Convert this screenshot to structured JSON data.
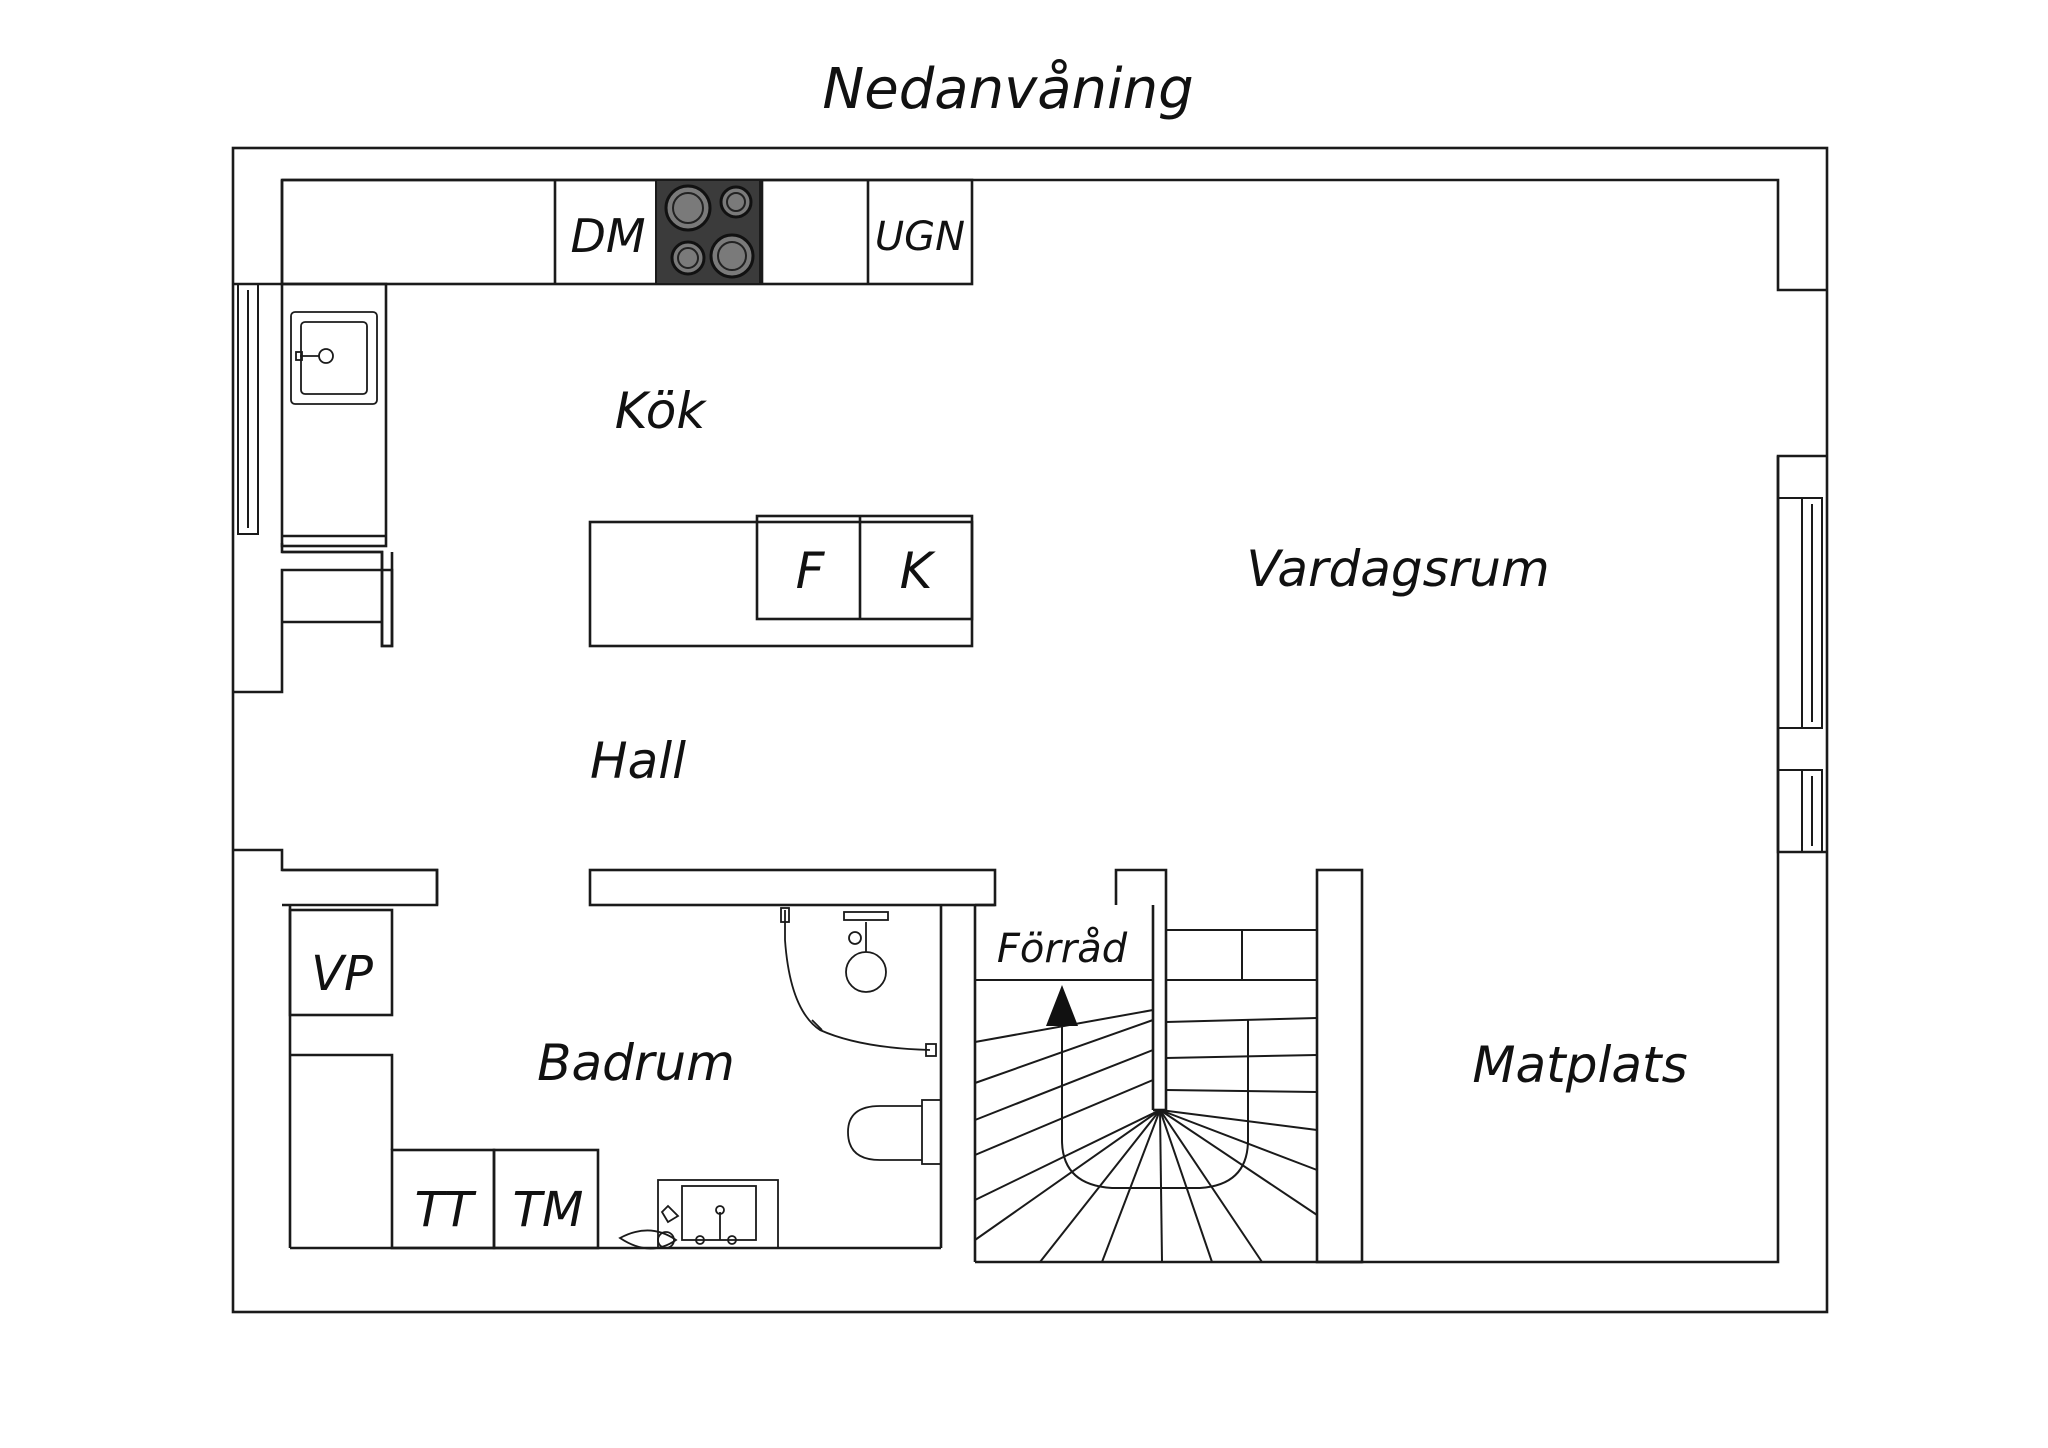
{
  "plan": {
    "title": "Nedanvåning",
    "rooms": {
      "kitchen": "Kök",
      "living_room": "Vardagsrum",
      "hall": "Hall",
      "bathroom": "Badrum",
      "storage": "Förråd",
      "dining": "Matplats"
    },
    "appliances": {
      "dishwasher": "DM",
      "oven": "UGN",
      "freezer": "F",
      "fridge": "K",
      "water_heater": "VP",
      "dryer": "TT",
      "washer": "TM"
    }
  }
}
